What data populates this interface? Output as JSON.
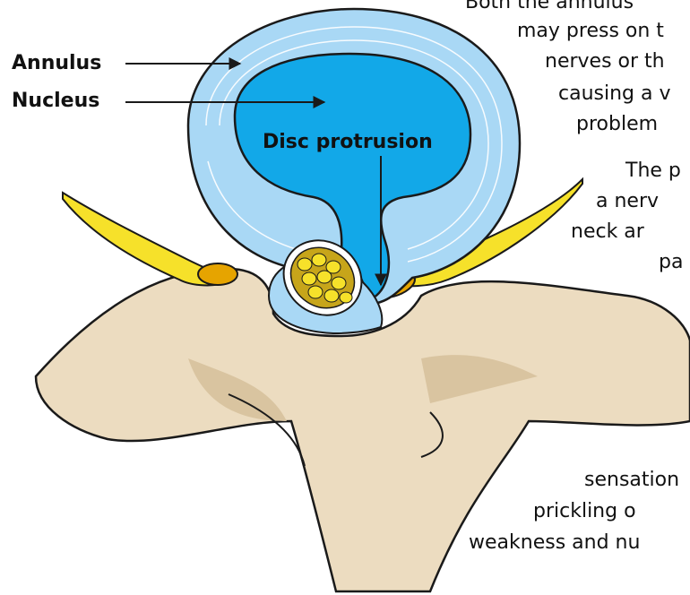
{
  "labels": {
    "annulus": "Annulus",
    "nucleus": "Nucleus",
    "disc_protrusion": "Disc protrusion"
  },
  "body_text": {
    "line1": "Both the annulus",
    "line2": "may press on t",
    "line3": "nerves or th",
    "line4": "causing a v",
    "line5": "problem",
    "line6": "The p",
    "line7": "a nerv",
    "line8": "neck ar",
    "line9": "pa",
    "line10": "sensation",
    "line11": "prickling o",
    "line12": "weakness and nu"
  },
  "colors": {
    "bone": "#ecdcc0",
    "bone_shadow": "#d9c4a0",
    "annulus": "#a9d8f5",
    "annulus_lines": "#ffffff",
    "nucleus": "#12a8e8",
    "nerve": "#f6e12a",
    "nerve_shadow": "#e6a400",
    "spinal_cord": "#c7a51a",
    "outline": "#1a1a1a"
  }
}
